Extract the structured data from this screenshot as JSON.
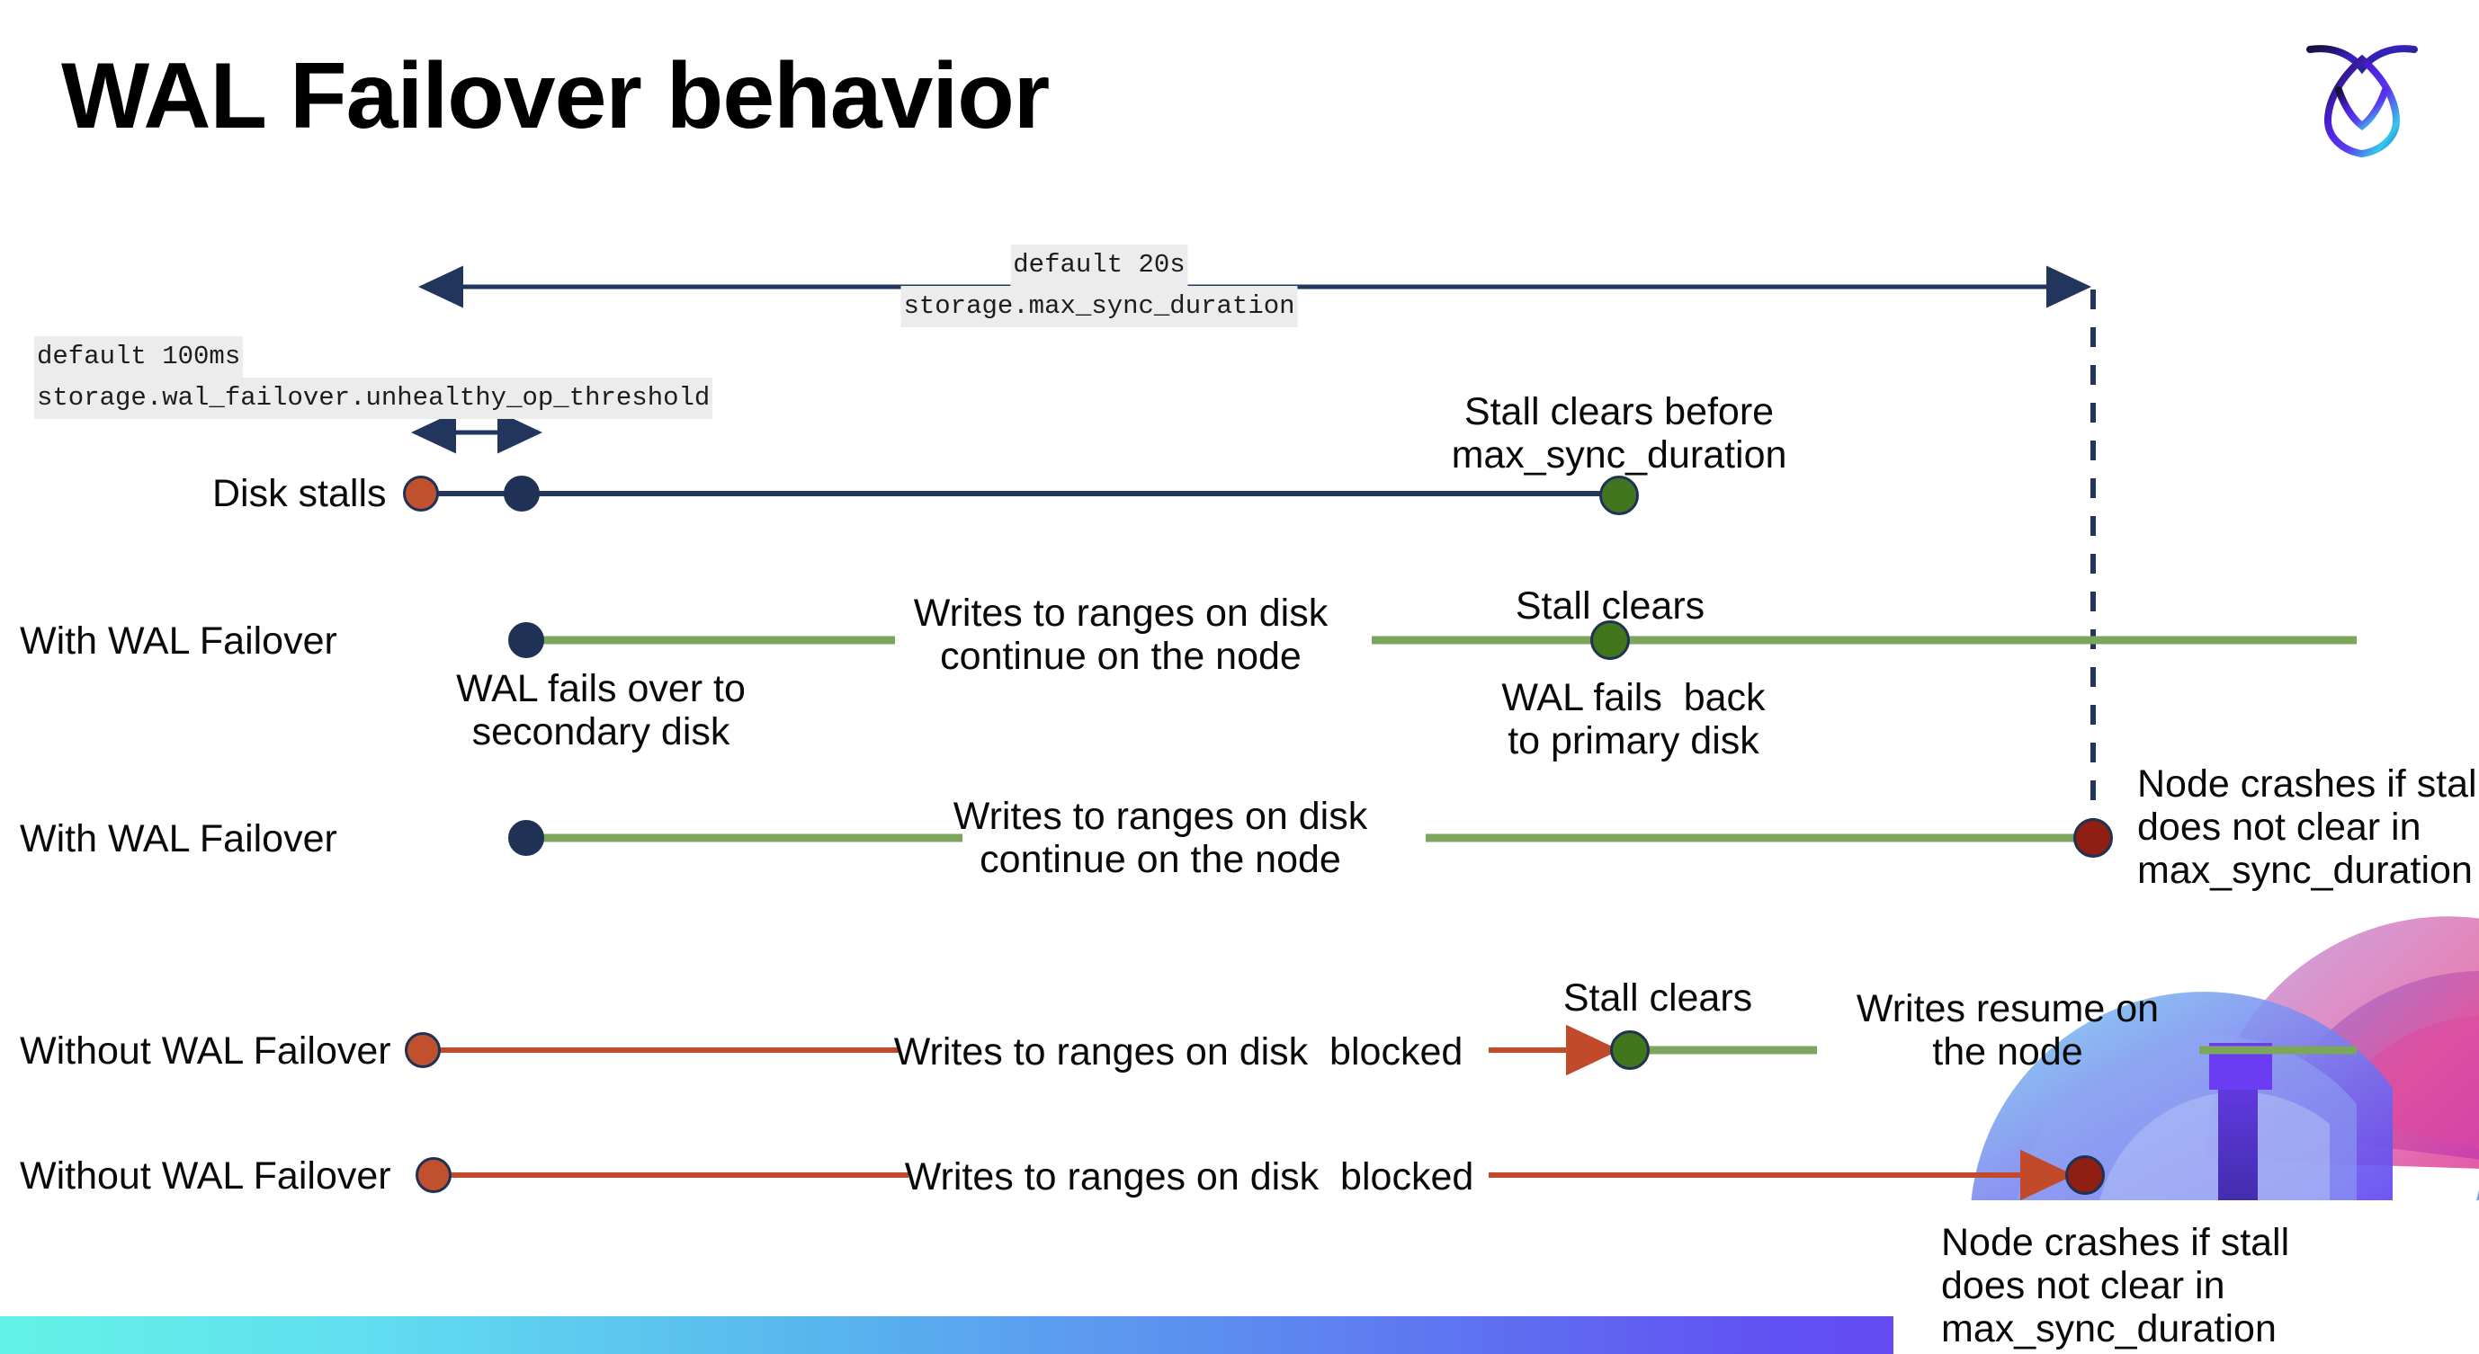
{
  "slide": {
    "title": "WAL Failover behavior",
    "logo_name": "cockroachdb-logo"
  },
  "colors": {
    "navy": "#22355c",
    "green_line": "#7ba65c",
    "green_dot": "#41761f",
    "red_line": "#c14a2b",
    "orange_dot": "#c1502f",
    "dark_red_dot": "#8e1f12",
    "code_bg": "#ececec",
    "bar_cyan": "#63f3e6",
    "bar_purple": "#7b3cf0"
  },
  "annotations": {
    "max_sync": {
      "line1": "default 20s",
      "line2": "storage.max_sync_duration"
    },
    "unhealthy_op": {
      "line1": "default 100ms",
      "line2": "storage.wal_failover.unhealthy_op_threshold"
    }
  },
  "rows": [
    {
      "label": "Disk stalls"
    },
    {
      "label": "With WAL Failover"
    },
    {
      "label": "With WAL Failover"
    },
    {
      "label": "Without WAL Failover"
    },
    {
      "label": "Without WAL Failover"
    }
  ],
  "callouts": {
    "stall_clears_before": "Stall clears before\nmax_sync_duration",
    "wal_fails_over": "WAL fails over to\nsecondary disk",
    "writes_continue_1": "Writes to ranges on disk\ncontinue on the node",
    "stall_clears_1": "Stall clears",
    "wal_fails_back": "WAL fails  back\nto primary disk",
    "writes_continue_2": "Writes to ranges on disk\ncontinue on the node",
    "node_crashes_1": "Node crashes if stall\ndoes not clear in\nmax_sync_duration",
    "writes_blocked_1": "Writes to ranges on disk  blocked",
    "stall_clears_2": "Stall clears",
    "writes_resume": "Writes resume on\nthe node",
    "writes_blocked_2": "Writes to ranges on disk  blocked",
    "node_crashes_2": "Node crashes if stall\ndoes not clear in\nmax_sync_duration"
  }
}
